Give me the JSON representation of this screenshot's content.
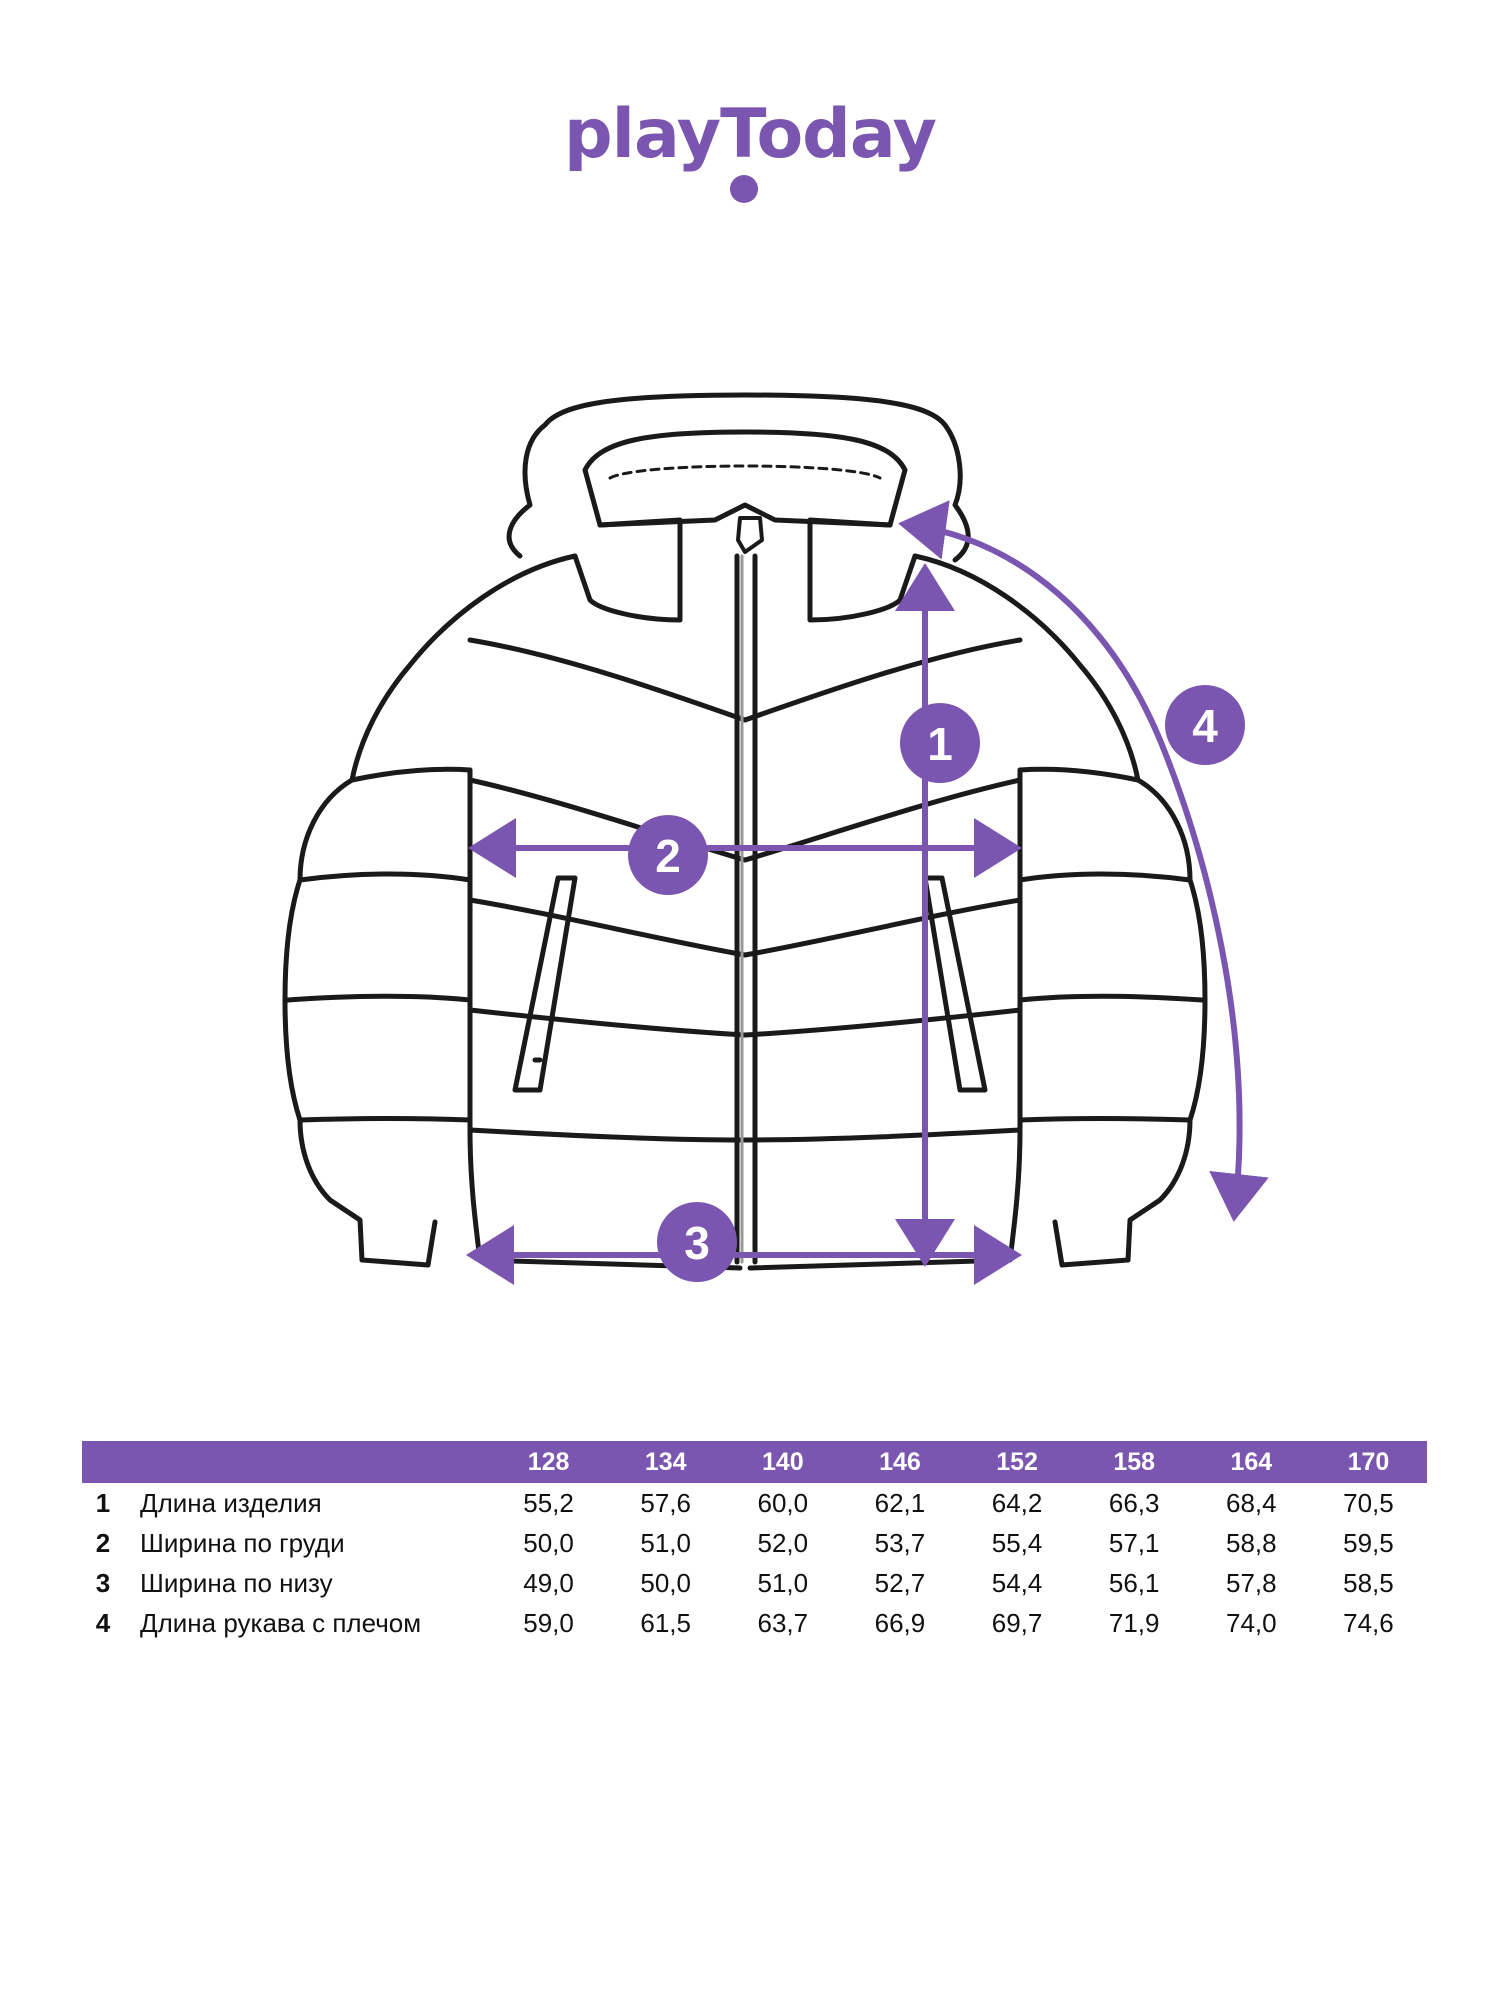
{
  "brand": {
    "name": "playToday",
    "color": "#7a56b0"
  },
  "markers": [
    "1",
    "2",
    "3",
    "4"
  ],
  "table": {
    "sizes": [
      "128",
      "134",
      "140",
      "146",
      "152",
      "158",
      "164",
      "170"
    ],
    "rows": [
      {
        "num": "1",
        "label": "Длина изделия",
        "values": [
          "55,2",
          "57,6",
          "60,0",
          "62,1",
          "64,2",
          "66,3",
          "68,4",
          "70,5"
        ]
      },
      {
        "num": "2",
        "label": "Ширина по груди",
        "values": [
          "50,0",
          "51,0",
          "52,0",
          "53,7",
          "55,4",
          "57,1",
          "58,8",
          "59,5"
        ]
      },
      {
        "num": "3",
        "label": "Ширина по низу",
        "values": [
          "49,0",
          "50,0",
          "51,0",
          "52,7",
          "54,4",
          "56,1",
          "57,8",
          "58,5"
        ]
      },
      {
        "num": "4",
        "label": "Длина рукава с плечом",
        "values": [
          "59,0",
          "61,5",
          "63,7",
          "66,9",
          "69,7",
          "71,9",
          "74,0",
          "74,6"
        ]
      }
    ]
  }
}
